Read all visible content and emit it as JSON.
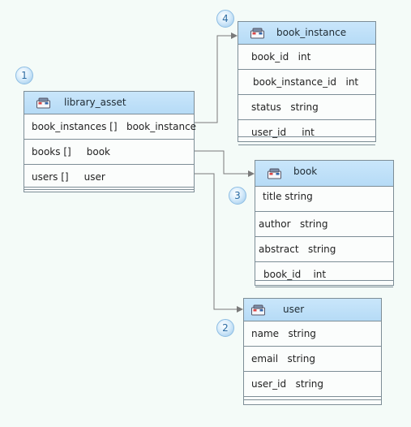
{
  "diagram": {
    "entities": [
      {
        "id": "library_asset",
        "title": "library_asset",
        "badge": "1",
        "fields": [
          "book_instances []   book_instance",
          "books []     book",
          "users []     user"
        ]
      },
      {
        "id": "book_instance",
        "title": "book_instance",
        "badge": "4",
        "fields": [
          "book_id   int",
          "book_instance_id   int",
          "status   string",
          "user_id     int"
        ]
      },
      {
        "id": "book",
        "title": "book",
        "badge": "3",
        "fields": [
          "title string",
          "author   string",
          "abstract   string",
          "book_id    int"
        ]
      },
      {
        "id": "user",
        "title": "user",
        "badge": "2",
        "fields": [
          "name   string",
          "email   string",
          "user_id   string"
        ]
      }
    ],
    "relations": [
      {
        "from": "library_asset.book_instances",
        "to": "book_instance"
      },
      {
        "from": "library_asset.books",
        "to": "book"
      },
      {
        "from": "library_asset.users",
        "to": "user"
      }
    ],
    "colors": {
      "background": "#f4fbf8",
      "header": "#bfe0f8",
      "border": "#7d8d96",
      "badge": "#98c7ea",
      "connector": "#7a7a7a"
    }
  }
}
